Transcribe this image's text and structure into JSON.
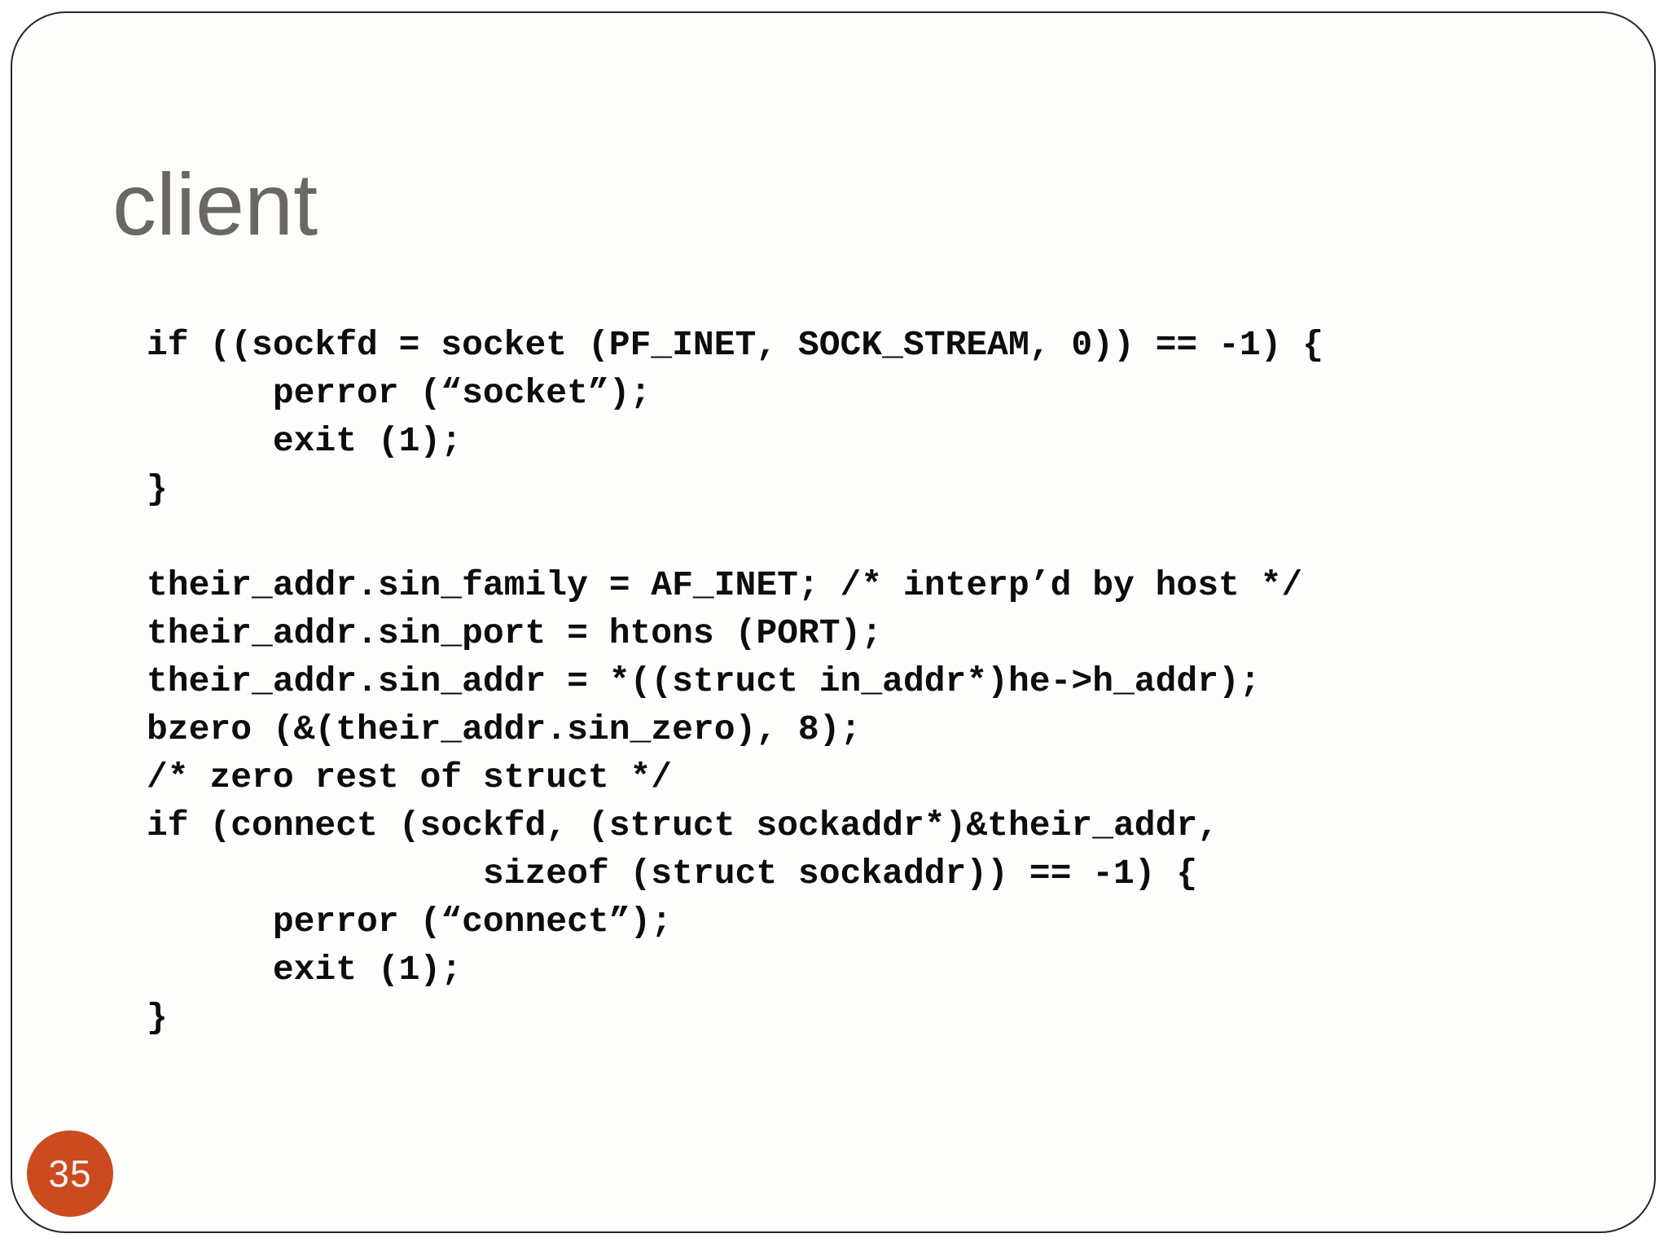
{
  "slide": {
    "title": "client",
    "page_number": "35",
    "code_lines": [
      "if ((sockfd = socket (PF_INET, SOCK_STREAM, 0)) == -1) {",
      "      perror (“socket”);",
      "      exit (1);",
      "}",
      "",
      "their_addr.sin_family = AF_INET; /* interp’d by host */",
      "their_addr.sin_port = htons (PORT);",
      "their_addr.sin_addr = *((struct in_addr*)he->h_addr);",
      "bzero (&(their_addr.sin_zero), 8);",
      "/* zero rest of struct */",
      "if (connect (sockfd, (struct sockaddr*)&their_addr,",
      "                sizeof (struct sockaddr)) == -1) {",
      "      perror (“connect”);",
      "      exit (1);",
      "}"
    ],
    "colors": {
      "accent_orange": "#cc4a1f",
      "title_gray": "#6b6762",
      "border_dark": "#262626",
      "code_text": "#0d0d0d",
      "background": "#fdfdfc"
    }
  }
}
